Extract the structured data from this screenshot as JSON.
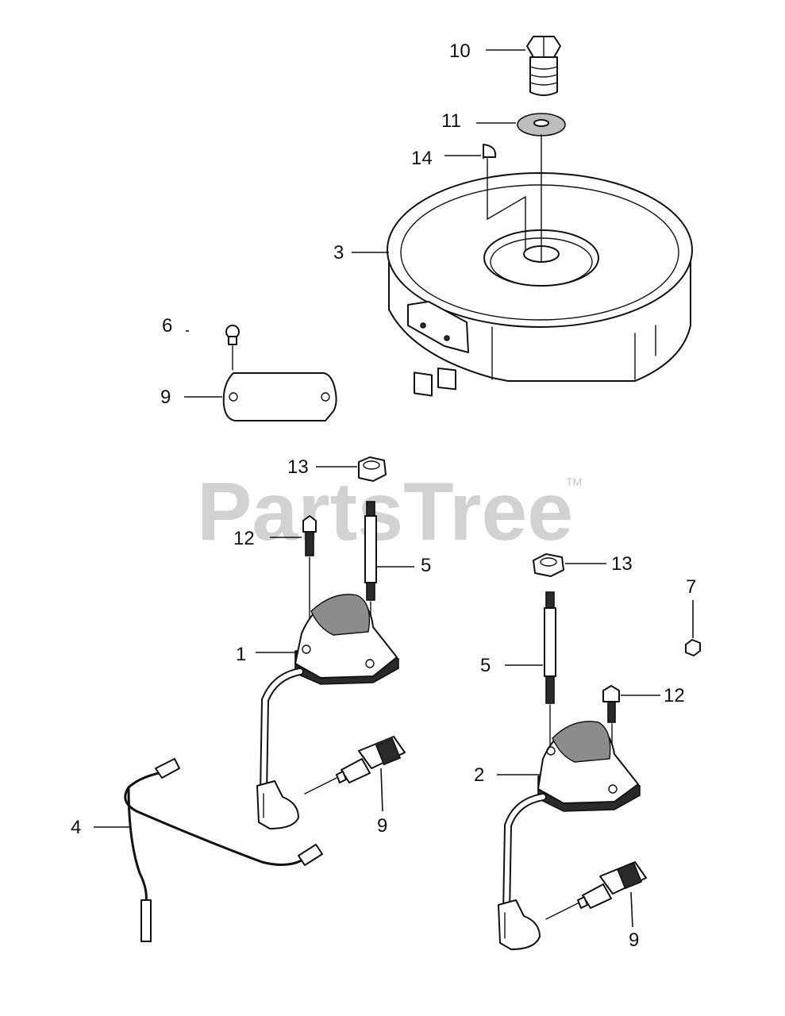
{
  "watermark": {
    "brand": "PartsTree",
    "trademark": "TM"
  },
  "callouts": {
    "bolt": "10",
    "washer": "11",
    "key": "14",
    "flywheel": "3",
    "screw_small": "6",
    "cover_plate": "9",
    "nut_left": "13",
    "bolt_left": "12",
    "stud_left": "5",
    "coil_left": "1",
    "wire_harness": "4",
    "spark_plug_left": "9",
    "nut_right": "13",
    "nut_far_right": "7",
    "stud_right": "5",
    "bolt_right": "12",
    "coil_right": "2",
    "spark_plug_right": "9"
  }
}
